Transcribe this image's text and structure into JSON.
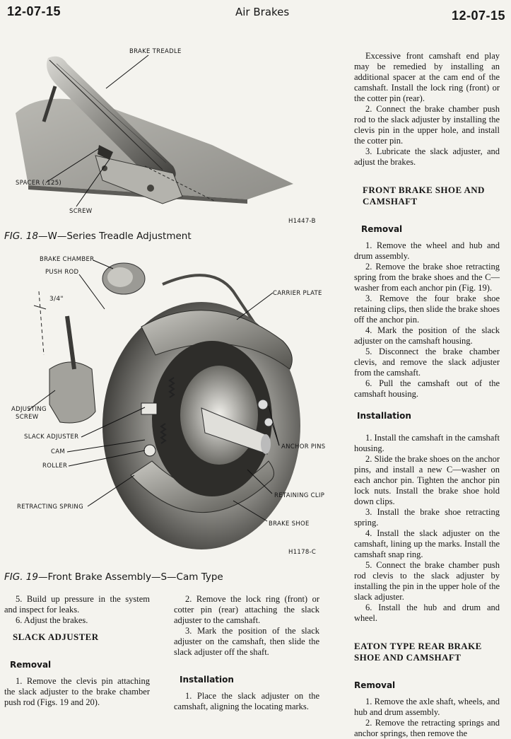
{
  "header": {
    "left_page": "12-07-15",
    "title": "Air Brakes",
    "right_page": "12-07-15"
  },
  "fig18": {
    "labels": {
      "brake_treadle": "BRAKE TREADLE",
      "spacer": "SPACER (.125)",
      "screw": "SCREW",
      "code": "H1447-B"
    },
    "caption_fig": "FIG. 18",
    "caption_text": "—W—Series Treadle Adjustment"
  },
  "fig19": {
    "labels": {
      "brake_chamber": "BRAKE CHAMBER",
      "push_rod": "PUSH ROD",
      "dimension": "3/4\"",
      "carrier_plate": "CARRIER PLATE",
      "adjusting_screw_1": "ADJUSTING",
      "adjusting_screw_2": "SCREW",
      "slack_adjuster": "SLACK ADJUSTER",
      "cam": "CAM",
      "roller": "ROLLER",
      "anchor_pins": "ANCHOR PINS",
      "retaining_clip": "RETAINING CLIP",
      "retracting_spring": "RETRACTING SPRING",
      "brake_shoe": "BRAKE SHOE",
      "code": "H1178-C"
    },
    "caption_fig": "FIG. 19",
    "caption_text": "—Front Brake Assembly—S—Cam Type"
  },
  "left_col": {
    "p1": "5. Build up pressure in the system and inspect for leaks.",
    "p2": "6. Adjust the brakes.",
    "h1": "SLACK ADJUSTER",
    "h2": "Removal",
    "p3": "1. Remove the clevis pin attaching the slack adjuster to the brake chamber push rod (Figs. 19 and 20)."
  },
  "mid_col": {
    "p1": "2. Remove the lock ring (front) or cotter pin (rear) attaching the slack adjuster to the camshaft.",
    "p2": "3. Mark the position of the slack adjuster on the camshaft, then slide the slack adjuster off the shaft.",
    "h1": "Installation",
    "p3": "1. Place the slack adjuster on the camshaft, aligning the locating marks."
  },
  "right_col": {
    "p1": "Excessive front camshaft end play may be remedied by installing an additional spacer at the cam end of the camshaft. Install the lock ring (front) or the cotter pin (rear).",
    "p2": "2. Connect the brake chamber push rod to the slack adjuster by installing the clevis pin in the upper hole, and install the cotter pin.",
    "p3": "3. Lubricate the slack adjuster, and adjust the brakes.",
    "h1": "FRONT BRAKE SHOE AND CAMSHAFT",
    "h2": "Removal",
    "r1": "1. Remove the wheel and hub and drum assembly.",
    "r2": "2. Remove the brake shoe retracting spring from the brake shoes and the C—washer from each anchor pin (Fig. 19).",
    "r3": "3. Remove the four brake shoe retaining clips, then slide the brake shoes off the anchor pin.",
    "r4": "4. Mark the position of the slack adjuster on the camshaft housing.",
    "r5": "5. Disconnect the brake chamber clevis, and remove the slack adjuster from the camshaft.",
    "r6": "6. Pull the camshaft out of the camshaft housing.",
    "h3": "Installation",
    "i1": "1. Install the camshaft in the camshaft housing.",
    "i2": "2. Slide the brake shoes on the anchor pins, and install a new C—washer on each anchor pin. Tighten the anchor pin lock nuts. Install the brake shoe hold down clips.",
    "i3": "3. Install the brake shoe retracting spring.",
    "i4": "4. Install the slack adjuster on the camshaft, lining up the marks. Install the camshaft snap ring.",
    "i5": "5. Connect the brake chamber push rod clevis to the slack adjuster by installing the pin in the upper hole of the slack adjuster.",
    "i6": "6. Install the hub and drum and wheel.",
    "h4": "EATON TYPE REAR BRAKE SHOE AND CAMSHAFT",
    "h5": "Removal",
    "e1": "1. Remove the axle shaft, wheels, and hub and drum assembly.",
    "e2": "2. Remove the retracting springs and anchor springs, then remove the"
  }
}
